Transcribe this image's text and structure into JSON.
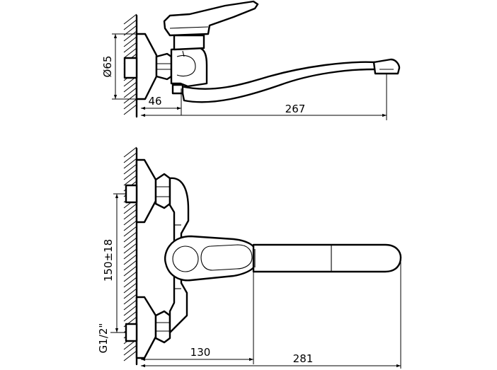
{
  "dimensions": {
    "flange_diameter": "Ø65",
    "wall_offset_top": "46",
    "spout_reach": "267",
    "inlet_spacing": "150±18",
    "inlet_thread": "G1/2\"",
    "body_offset": "130",
    "overall_reach": "281"
  }
}
